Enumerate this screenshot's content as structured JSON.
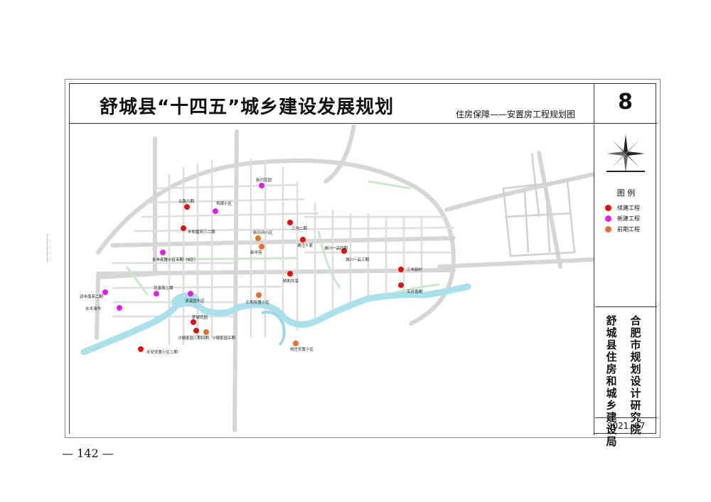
{
  "title": "舒城县“十四五”城乡建设发展规划",
  "subtitle": "住房保障——安置房工程规划图",
  "sheet_number": "8",
  "legend": {
    "title": "图 例",
    "items": [
      {
        "label": "续建工程",
        "color": "#e01010"
      },
      {
        "label": "新建工程",
        "color": "#e020e0"
      },
      {
        "label": "前期工程",
        "color": "#e07030"
      }
    ]
  },
  "authority": "舒城县住房和城乡建设局",
  "institute": "合肥市规划设计研究院",
  "date": "2021. 07",
  "page_number": "— 142 —",
  "projects": [
    {
      "name": "新河花园",
      "status": "新建工程"
    },
    {
      "name": "古路六期",
      "status": "续建工程"
    },
    {
      "name": "青银小区",
      "status": "新建工程"
    },
    {
      "name": "三沟二期",
      "status": "续建工程"
    },
    {
      "name": "丰和嘉苑三二期",
      "status": "续建工程"
    },
    {
      "name": "新乐府小区",
      "status": "前期工程"
    },
    {
      "name": "城汪人家",
      "status": "续建工程"
    },
    {
      "name": "新华苑",
      "status": "前期工程"
    },
    {
      "name": "城川一品四期",
      "status": "续建工程"
    },
    {
      "name": "城川一品三期",
      "status": "续建工程"
    },
    {
      "name": "永丰安置小区五期（B区）",
      "status": "新建工程"
    },
    {
      "name": "三丰新村",
      "status": "续建工程"
    },
    {
      "name": "桃和共享",
      "status": "续建工程"
    },
    {
      "name": "五井香榭",
      "status": "续建工程"
    },
    {
      "name": "润丰南苑二期",
      "status": "新建工程"
    },
    {
      "name": "花溪苑二期",
      "status": "新建工程"
    },
    {
      "name": "清溪园东区",
      "status": "新建工程"
    },
    {
      "name": "仁和安置小区",
      "status": "前期工程"
    },
    {
      "name": "水木清华",
      "status": "新建工程"
    },
    {
      "name": "梦城花园",
      "status": "续建工程"
    },
    {
      "name": "沙塘家园三期四期",
      "status": "续建工程"
    },
    {
      "name": "沙塘家园五期",
      "status": "前期工程"
    },
    {
      "name": "桃庄安置小区",
      "status": "前期工程"
    },
    {
      "name": "永安安置小区二期",
      "status": "续建工程"
    }
  ]
}
